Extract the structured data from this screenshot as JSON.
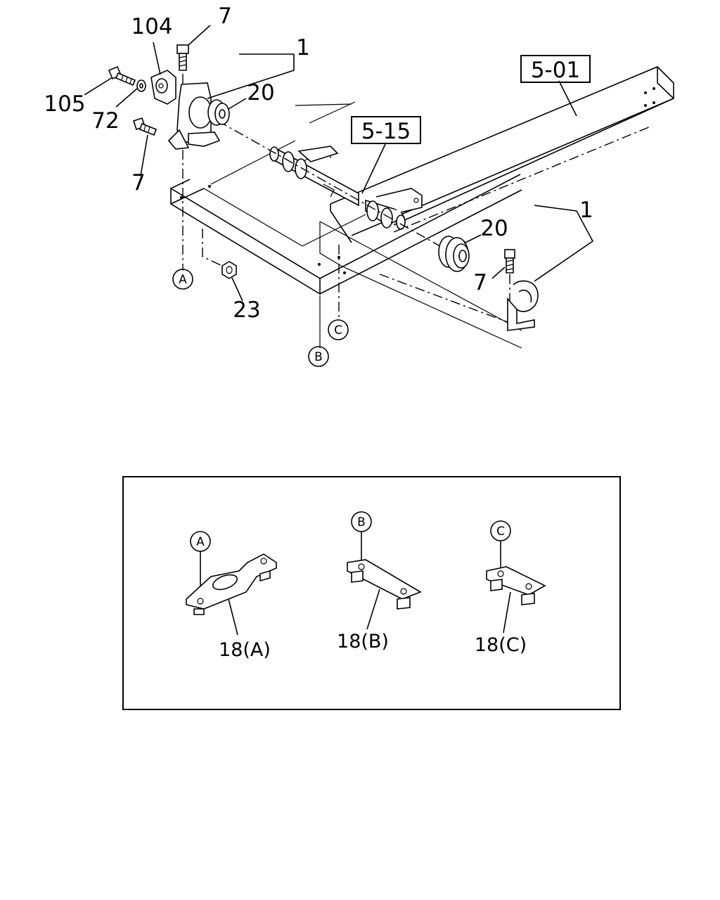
{
  "callouts": {
    "c7_top": "7",
    "c104": "104",
    "c1_top": "1",
    "c20_top": "20",
    "c105": "105",
    "c72": "72",
    "c7_left": "7",
    "c23": "23",
    "c20_right": "20",
    "c1_right": "1",
    "c7_right": "7"
  },
  "reference_boxes": {
    "frame": "5-01",
    "crossmember": "5-15"
  },
  "circle_markers": {
    "a": "A",
    "b": "B",
    "c": "C"
  },
  "inset": {
    "marker_a": "A",
    "marker_b": "B",
    "marker_c": "C",
    "label_a": "18(A)",
    "label_b": "18(B)",
    "label_c": "18(C)"
  }
}
